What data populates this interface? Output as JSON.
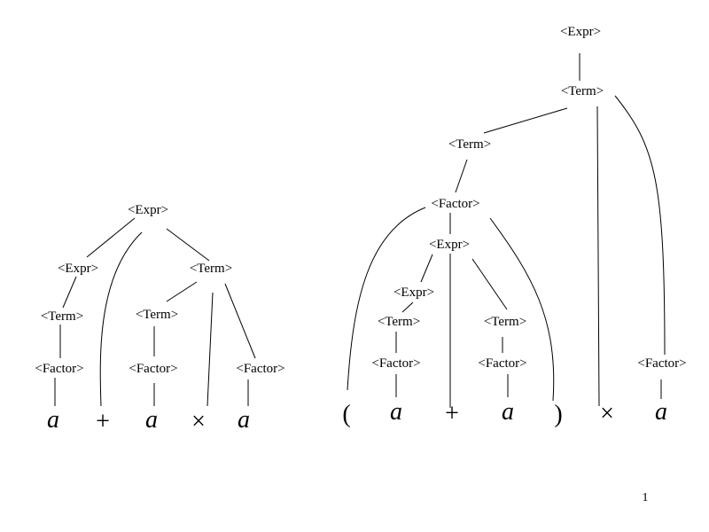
{
  "trees": {
    "left": {
      "root": "<Expr>",
      "expr_child": "<Expr>",
      "term_under_expr": "<Term>",
      "factor_under_term": "<Factor>",
      "term_right": "<Term>",
      "term_inner": "<Term>",
      "factor_inner": "<Factor>",
      "factor_right": "<Factor>",
      "leaves": [
        "a",
        "+",
        "a",
        "×",
        "a"
      ]
    },
    "right": {
      "root": "<Expr>",
      "term_top": "<Term>",
      "term_second": "<Term>",
      "factor_paren": "<Factor>",
      "expr_inner": "<Expr>",
      "expr_inner_left": "<Expr>",
      "term_inner_left": "<Term>",
      "factor_inner_left": "<Factor>",
      "term_inner_right": "<Term>",
      "factor_inner_right": "<Factor>",
      "factor_right": "<Factor>",
      "leaves": [
        "(",
        "a",
        "+",
        "a",
        ")",
        "×",
        "a"
      ]
    }
  },
  "page_number": "1"
}
